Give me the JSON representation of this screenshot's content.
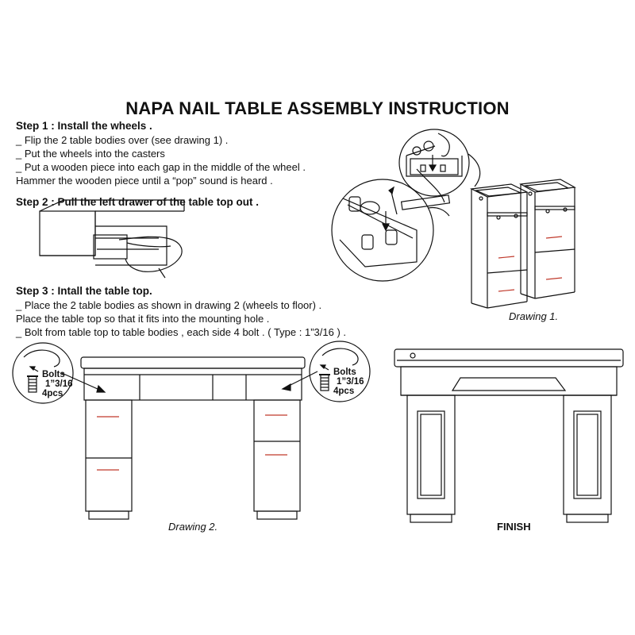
{
  "title": "NAPA NAIL TABLE ASSEMBLY INSTRUCTION",
  "step1": {
    "heading": "Step 1 : Install the wheels .",
    "lines": [
      "_ Flip the 2 table bodies over (see drawing 1) .",
      "_ Put the wheels into the casters",
      "_ Put a wooden piece into each gap in the middle of the wheel .",
      "Hammer the wooden piece until a “pop” sound is heard ."
    ]
  },
  "step2": {
    "heading": "Step 2 :  Pull the left drawer of the table top out ."
  },
  "step3": {
    "heading": "Step 3 : Intall the table top.",
    "lines": [
      "_ Place the 2 table bodies as shown in drawing 2 (wheels to floor) .",
      "Place the table top so that it fits into the mounting hole .",
      "_ Bolt from table top to table bodies , each side 4 bolt . ( Type : 1”3/16 ) ."
    ]
  },
  "bolts": {
    "label": "Bolts",
    "size": "1”3/16",
    "qty": "4pcs"
  },
  "captions": {
    "drawing1": "Drawing 1.",
    "drawing2": "Drawing 2.",
    "finish": "FINISH"
  },
  "colors": {
    "line": "#111111",
    "accent": "#c0392b"
  }
}
